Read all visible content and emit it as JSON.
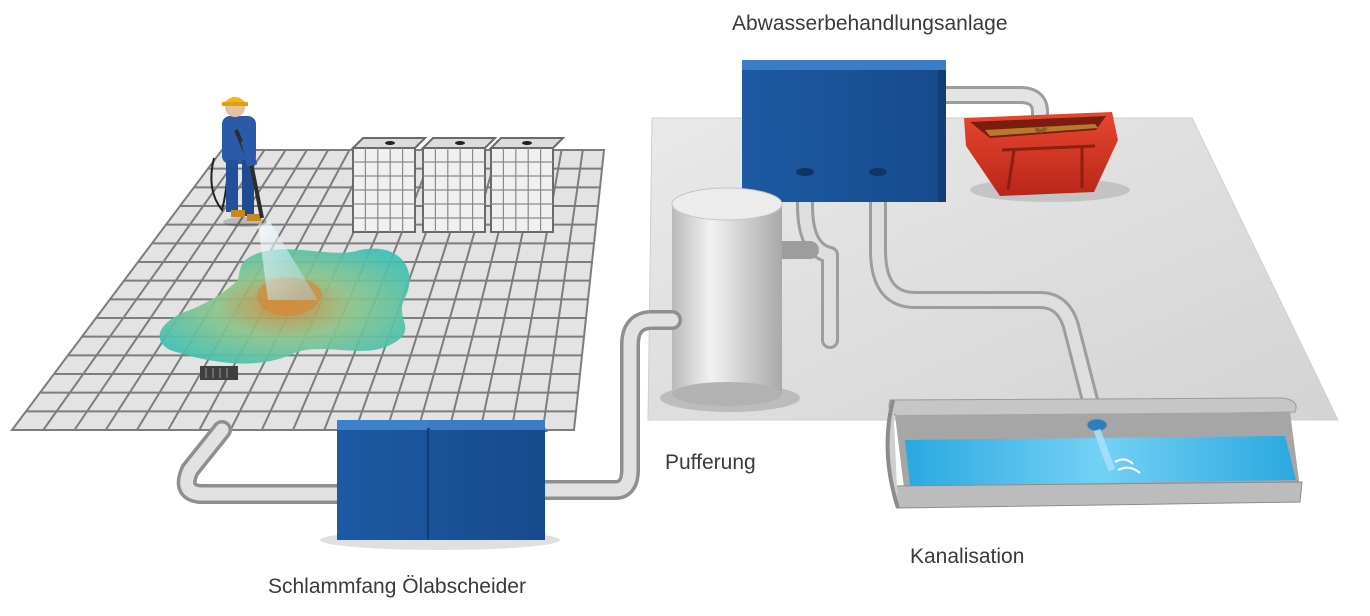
{
  "labels": {
    "treatment_plant": "Abwasserbehandlungsanlage",
    "buffer": "Pufferung",
    "sewer": "Kanalisation",
    "separator": "Schlammfang Ölabscheider"
  },
  "colors": {
    "background": "#ffffff",
    "floor_tile": "#e4e4e4",
    "grout": "#7d7d7d",
    "platform": "#dcdcdc",
    "container_blue": "#1f5ea8",
    "pipe_grey": "#c9c9c9",
    "skip_red": "#d8321f",
    "water_blue": "#3fb3e6",
    "oil_spill_teal": "#3bbfb0",
    "oil_spill_orange": "#d89a3a",
    "text": "#3a3a3a"
  },
  "icons": [
    "worker-with-pressure-washer-icon",
    "ibc-tank-icon",
    "floor-drain-icon",
    "waste-skip-icon"
  ]
}
